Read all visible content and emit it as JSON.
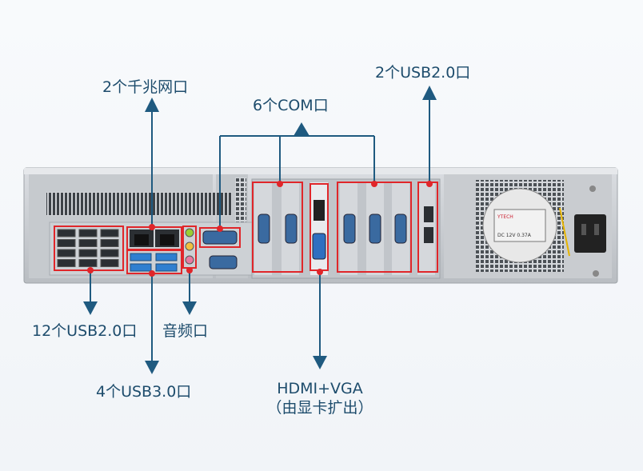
{
  "labels": {
    "lan": "2个千兆网口",
    "com": "6个COM口",
    "usb_top": "2个USB2.0口",
    "usb_front": "12个USB2.0口",
    "audio": "音频口",
    "usb3": "4个USB3.0口",
    "video_line1": "HDMI+VGA",
    "video_line2": "（由显卡扩出）"
  },
  "psu_label": {
    "brand": "YTECH",
    "rating": "DC 12V  0.37A"
  },
  "colors": {
    "annotation": "#1f5a80",
    "highlight": "#e0262a",
    "port_blue": "#2f7fd0",
    "chassis": "#c9ccd0"
  }
}
